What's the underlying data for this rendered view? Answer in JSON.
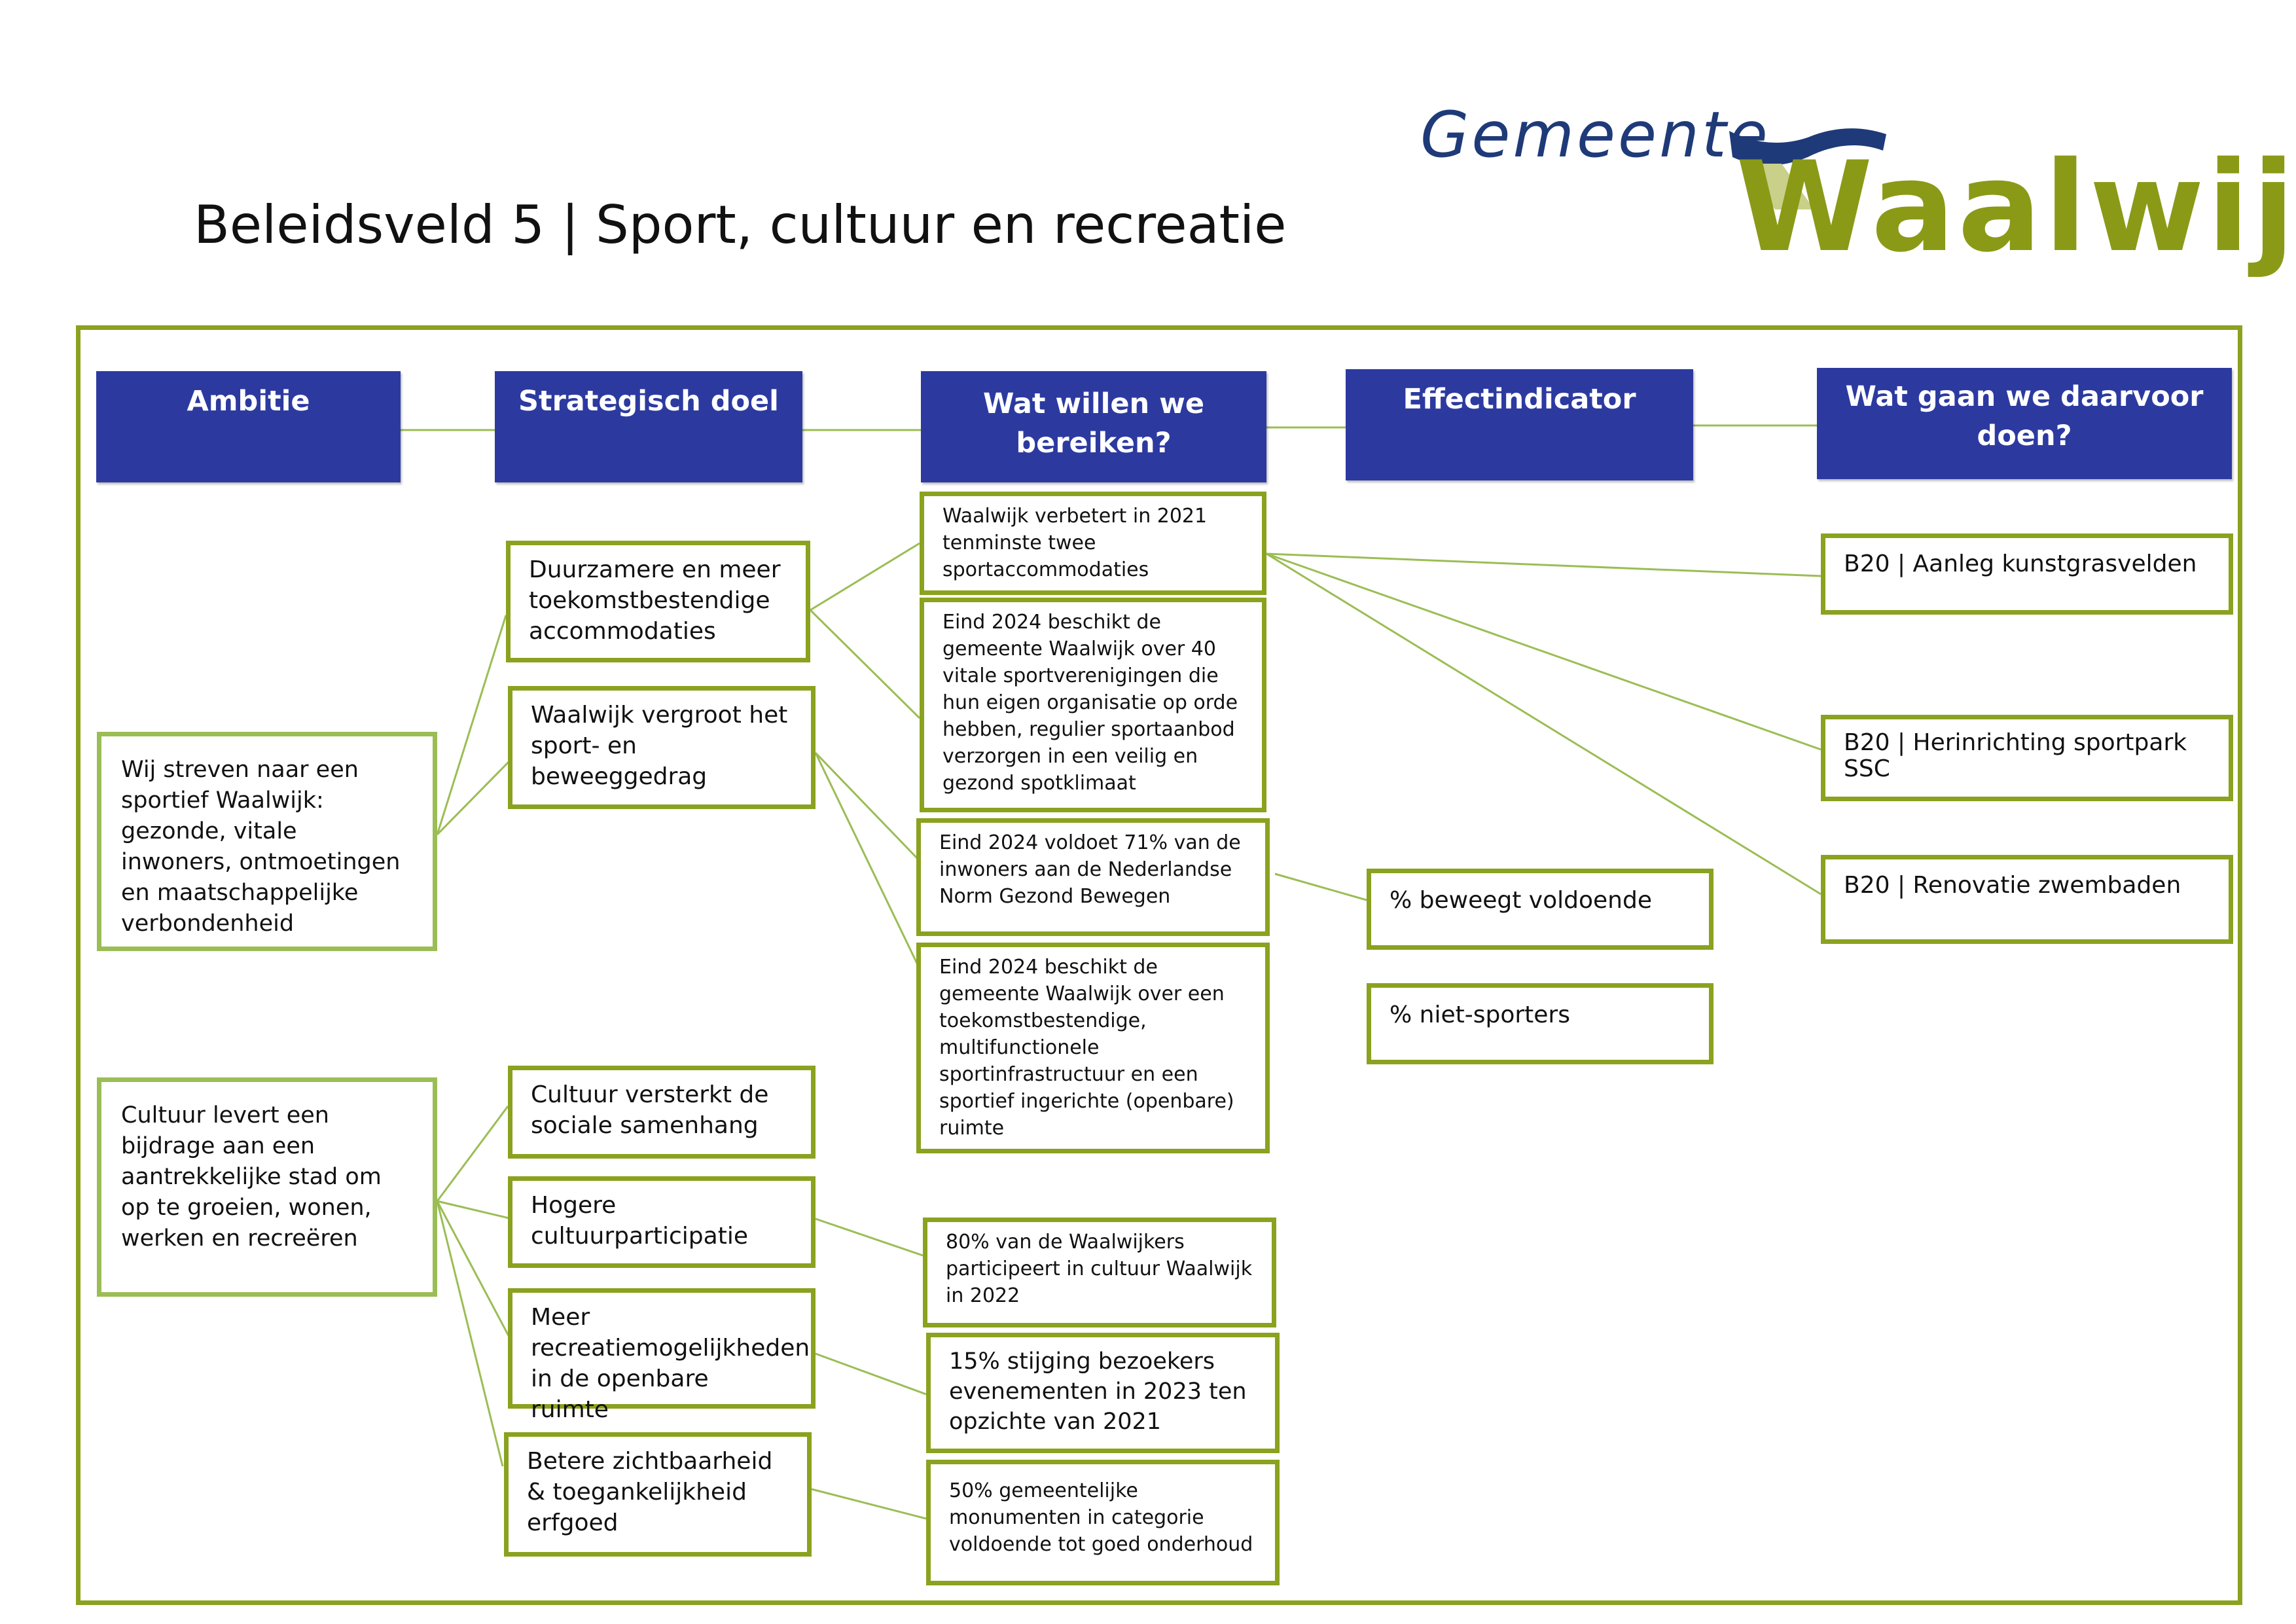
{
  "title": "Beleidsveld 5 | Sport, cultuur en recreatie",
  "logo": {
    "word1": "Gemeente",
    "word2": "Waalwijk"
  },
  "colors": {
    "header_blue": "#2c3aa0",
    "border_green": "#8aa21f",
    "logo_blue": "#1f3a78",
    "logo_green": "#8a9a16"
  },
  "headers": {
    "ambitie": "Ambitie",
    "strategisch_doel": "Strategisch doel",
    "wat_willen": "Wat willen we bereiken?",
    "effectindicator": "Effectindicator",
    "wat_gaan": "Wat gaan we daarvoor doen?"
  },
  "ambities": [
    "Wij streven naar een sportief Waalwijk: gezonde, vitale inwoners, ontmoetingen en maatschappelijke verbondenheid",
    "Cultuur levert een bijdrage aan een aantrekkelijke stad om op te groeien, wonen, werken en recreëren"
  ],
  "doelen": [
    "Duurzamere en meer toekomstbestendige accommodaties",
    "Waalwijk vergroot het sport- en beweeggedrag",
    "Cultuur versterkt de sociale samenhang",
    "Hogere cultuurparticipatie",
    "Meer recreatiemogelijkheden in de openbare ruimte",
    "Betere zichtbaarheid & toegankelijkheid erfgoed"
  ],
  "resultaten": [
    "Waalwijk verbetert in 2021 tenminste twee sportaccommodaties",
    "Eind 2024 beschikt de gemeente Waalwijk over 40 vitale sportverenigingen die hun eigen organisatie op orde hebben, regulier sportaanbod verzorgen in een veilig en gezond spotklimaat",
    "Eind 2024 voldoet 71% van de inwoners aan de Nederlandse Norm Gezond Bewegen",
    "Eind 2024 beschikt de gemeente Waalwijk over een toekomstbestendige, multifunctionele sportinfrastructuur en een sportief ingerichte (openbare) ruimte",
    "80% van de Waalwijkers participeert in cultuur Waalwijk in 2022",
    "15% stijging bezoekers evenementen in 2023 ten opzichte van 2021",
    "50% gemeentelijke monumenten in categorie voldoende tot goed onderhoud"
  ],
  "indicatoren": [
    "% beweegt voldoende",
    "% niet-sporters"
  ],
  "acties": [
    "B20 | Aanleg kunstgrasvelden",
    "B20 | Herinrichting sportpark SSC",
    "B20 | Renovatie zwembaden"
  ]
}
